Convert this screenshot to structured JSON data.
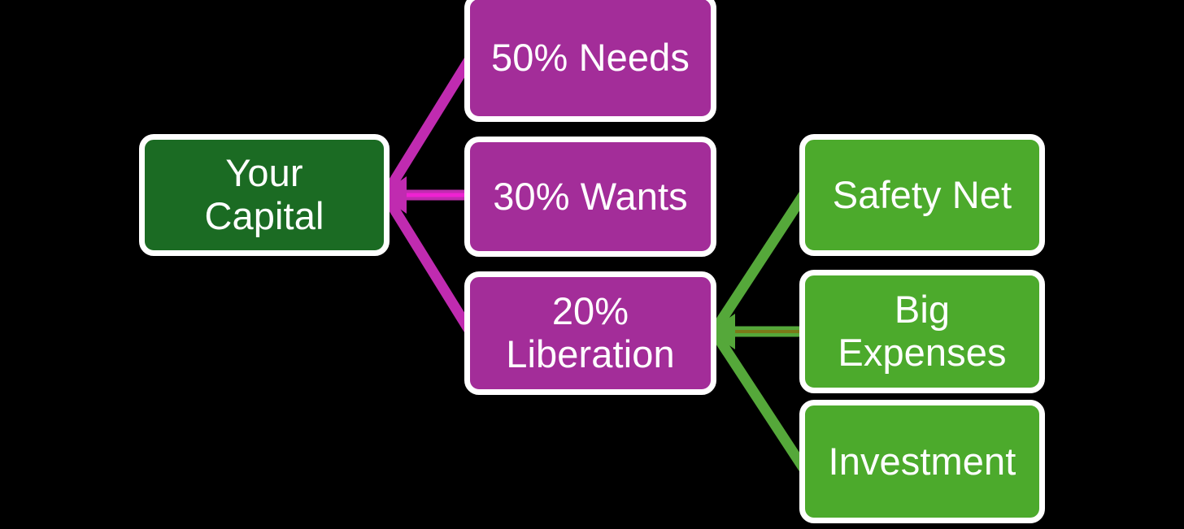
{
  "diagram": {
    "type": "flowchart",
    "title": "Capital allocation 50/30/20 breakdown",
    "background_color": "#000000",
    "nodes": [
      {
        "id": "capital",
        "label": "Your\nCapital",
        "fill": "#1b6b23",
        "text_color": "#ffffff",
        "border_color": "#ffffff"
      },
      {
        "id": "needs",
        "label": "50% Needs",
        "fill": "#a32d99",
        "text_color": "#ffffff",
        "border_color": "#ffffff"
      },
      {
        "id": "wants",
        "label": "30% Wants",
        "fill": "#a32d99",
        "text_color": "#ffffff",
        "border_color": "#ffffff"
      },
      {
        "id": "liberation",
        "label": "20%\nLiberation",
        "fill": "#a32d99",
        "text_color": "#ffffff",
        "border_color": "#ffffff"
      },
      {
        "id": "safety_net",
        "label": "Safety Net",
        "fill": "#4caa2c",
        "text_color": "#ffffff",
        "border_color": "#ffffff"
      },
      {
        "id": "big_expenses",
        "label": "Big\nExpenses",
        "fill": "#4caa2c",
        "text_color": "#ffffff",
        "border_color": "#ffffff"
      },
      {
        "id": "investment",
        "label": "Investment",
        "fill": "#4caa2c",
        "text_color": "#ffffff",
        "border_color": "#ffffff"
      }
    ],
    "edges": [
      {
        "from": "capital",
        "to": "needs",
        "color": "#c02bb0",
        "arrow_at": "capital"
      },
      {
        "from": "capital",
        "to": "wants",
        "color": "#d41fbe",
        "arrow_at": "capital"
      },
      {
        "from": "capital",
        "to": "liberation",
        "color": "#c02bb0",
        "arrow_at": "capital"
      },
      {
        "from": "liberation",
        "to": "safety_net",
        "color": "#55a83a",
        "arrow_at": "liberation"
      },
      {
        "from": "liberation",
        "to": "big_expenses",
        "color": "#55a83a",
        "arrow_at": "liberation"
      },
      {
        "from": "liberation",
        "to": "investment",
        "color": "#55a83a",
        "arrow_at": "liberation"
      }
    ]
  }
}
